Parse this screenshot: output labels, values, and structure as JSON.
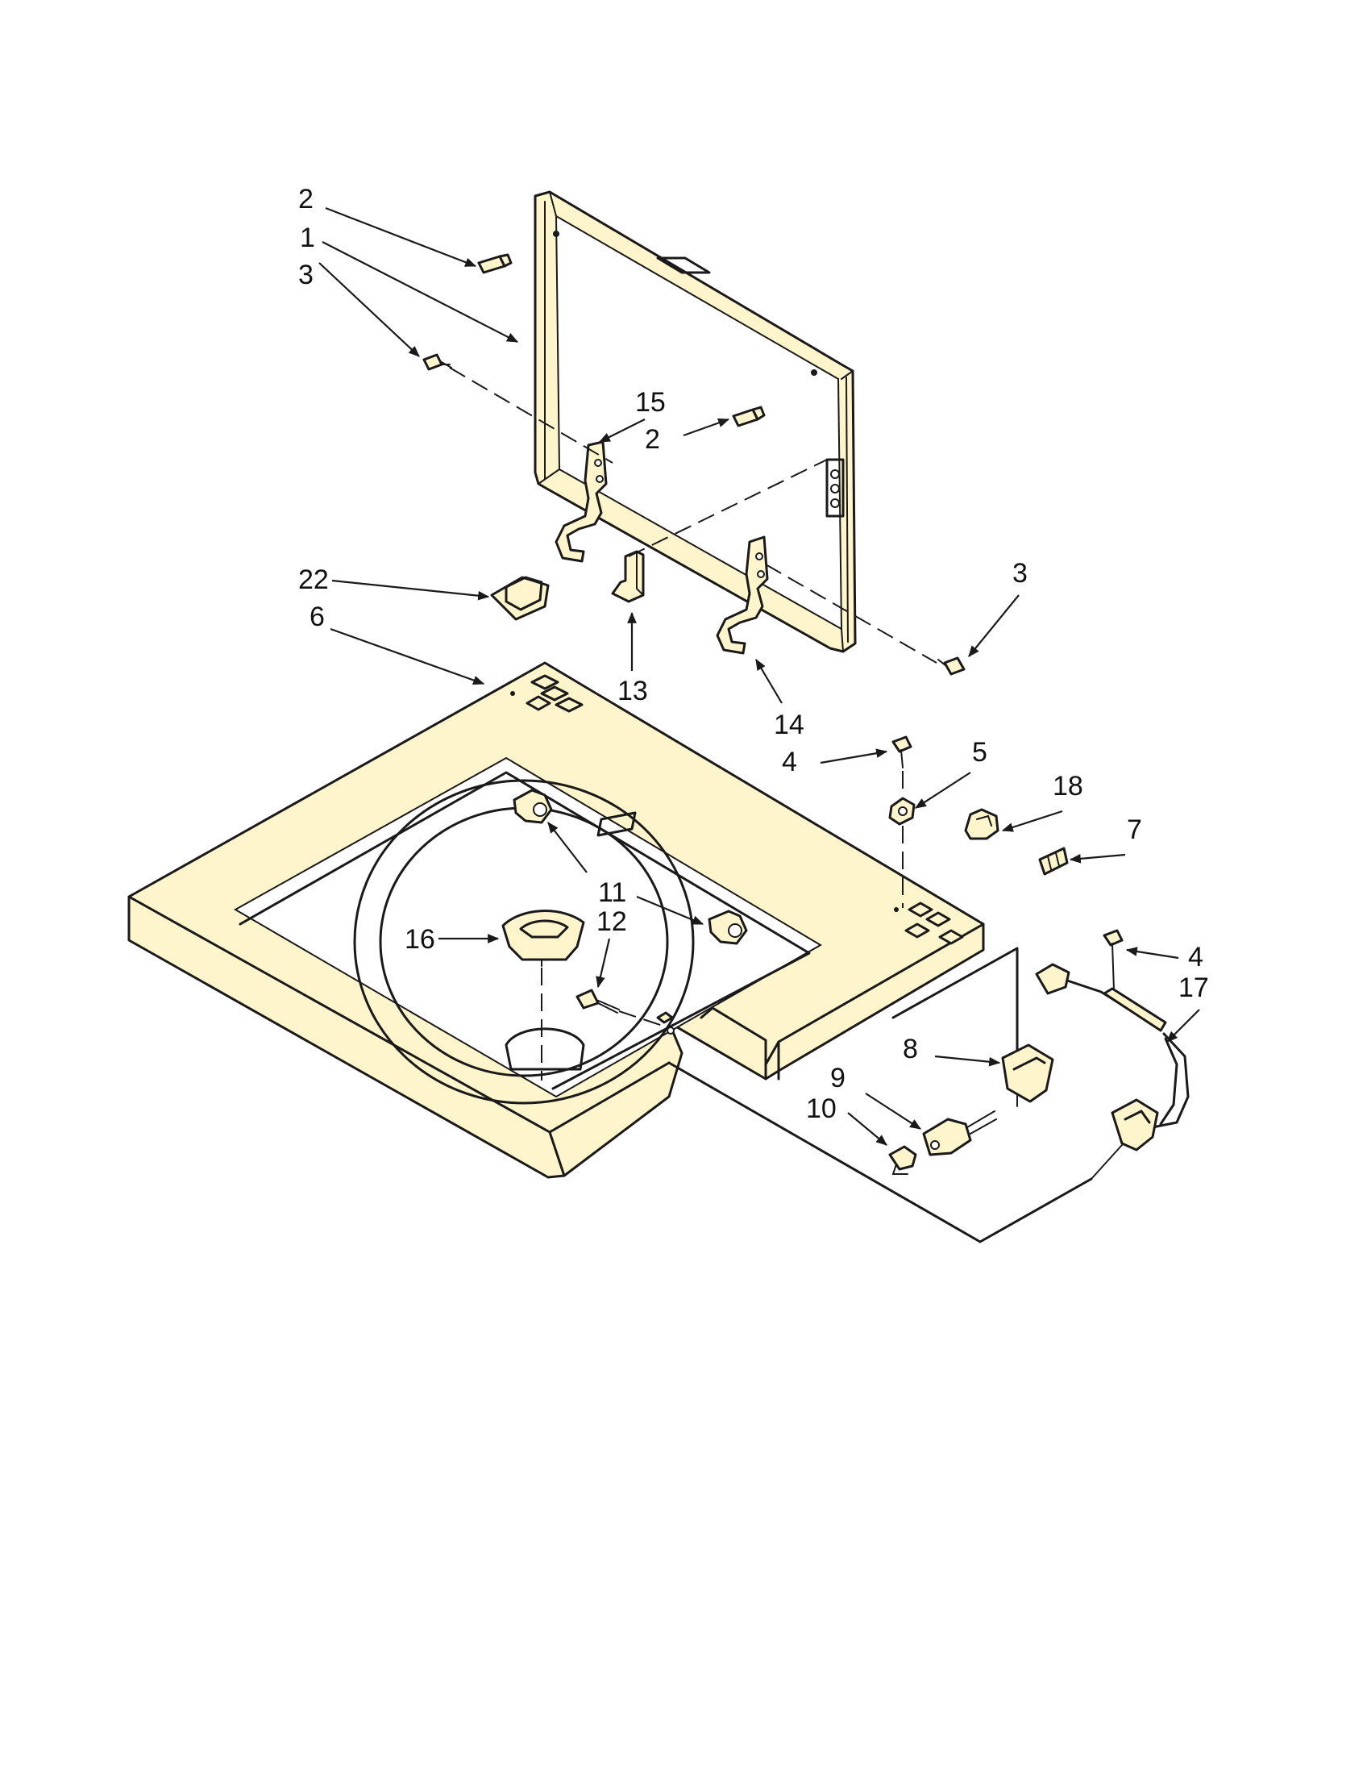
{
  "diagram": {
    "colors": {
      "part_fill": "#fff5cc",
      "line": "#1a1a1a",
      "background": "#ffffff"
    },
    "callouts": [
      {
        "id": "c2a",
        "label": "2"
      },
      {
        "id": "c1",
        "label": "1"
      },
      {
        "id": "c3a",
        "label": "3"
      },
      {
        "id": "c15",
        "label": "15"
      },
      {
        "id": "c2b",
        "label": "2"
      },
      {
        "id": "c22",
        "label": "22"
      },
      {
        "id": "c6",
        "label": "6"
      },
      {
        "id": "c13",
        "label": "13"
      },
      {
        "id": "c14",
        "label": "14"
      },
      {
        "id": "c3b",
        "label": "3"
      },
      {
        "id": "c4a",
        "label": "4"
      },
      {
        "id": "c5",
        "label": "5"
      },
      {
        "id": "c18",
        "label": "18"
      },
      {
        "id": "c7",
        "label": "7"
      },
      {
        "id": "c11",
        "label": "11"
      },
      {
        "id": "c12",
        "label": "12"
      },
      {
        "id": "c16",
        "label": "16"
      },
      {
        "id": "c4b",
        "label": "4"
      },
      {
        "id": "c17",
        "label": "17"
      },
      {
        "id": "c8",
        "label": "8"
      },
      {
        "id": "c9",
        "label": "9"
      },
      {
        "id": "c10",
        "label": "10"
      }
    ]
  }
}
